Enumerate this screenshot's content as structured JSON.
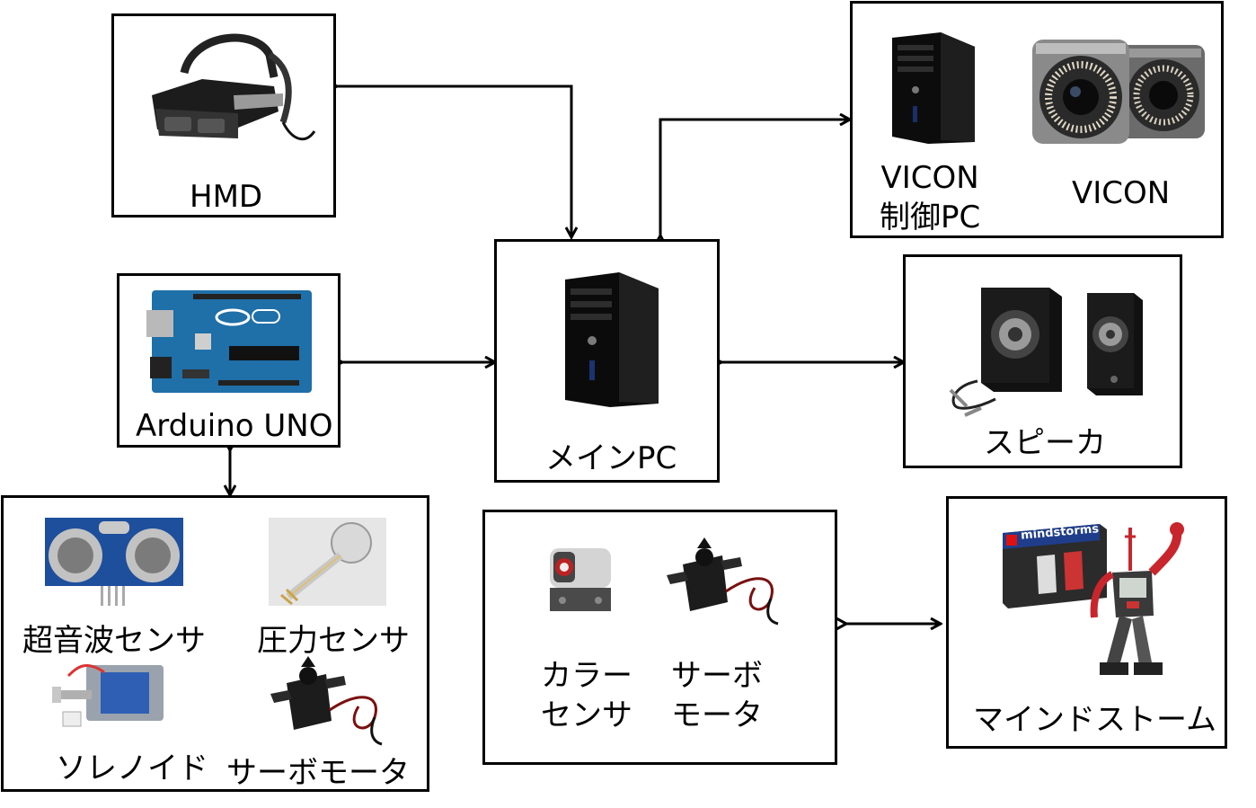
{
  "nodes": {
    "hmd": {
      "label": "HMD"
    },
    "vicon_pc": {
      "label_line1": "VICON",
      "label_line2": "制御PC"
    },
    "vicon": {
      "label": "VICON"
    },
    "main_pc": {
      "label": "メインPC"
    },
    "arduino": {
      "label": "Arduino UNO"
    },
    "speaker": {
      "label": "スピーカ"
    },
    "ultrasonic": {
      "label": "超音波センサ"
    },
    "pressure": {
      "label": "圧力センサ"
    },
    "solenoid": {
      "label": "ソレノイド"
    },
    "servo_left": {
      "label": "サーボモータ"
    },
    "color_sensor": {
      "label_line1": "カラー",
      "label_line2": "センサ"
    },
    "servo_mid": {
      "label_line1": "サーボ",
      "label_line2": "モータ"
    },
    "mindstorm": {
      "label": "マインドストーム",
      "box_text": "mindstorms"
    }
  },
  "colors": {
    "line": "#000000",
    "arduino_board": "#1f6fa8",
    "robot_red": "#c8262c"
  }
}
